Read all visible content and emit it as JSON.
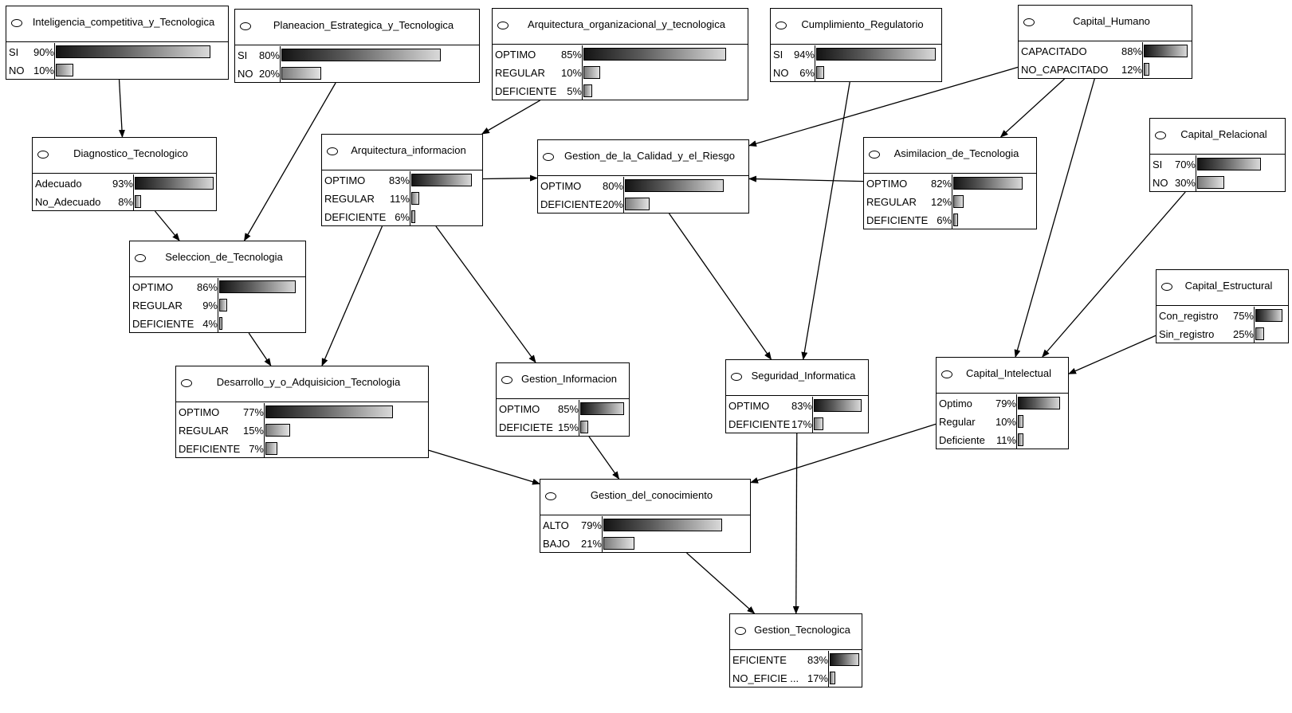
{
  "nodes": [
    {
      "id": "inteligencia",
      "title": "Inteligencia_competitiva_y_Tecnologica",
      "states": [
        {
          "label": "SI",
          "pct": "90%",
          "value": 0.9
        },
        {
          "label": "NO",
          "pct": "10%",
          "value": 0.1
        }
      ]
    },
    {
      "id": "planeacion",
      "title": "Planeacion_Estrategica_y_Tecnologica",
      "states": [
        {
          "label": "SI",
          "pct": "80%",
          "value": 0.8
        },
        {
          "label": "NO",
          "pct": "20%",
          "value": 0.2
        }
      ]
    },
    {
      "id": "arq_org",
      "title": "Arquitectura_organizacional_y_tecnologica",
      "states": [
        {
          "label": "OPTIMO",
          "pct": "85%",
          "value": 0.85
        },
        {
          "label": "REGULAR",
          "pct": "10%",
          "value": 0.1
        },
        {
          "label": "DEFICIENTE",
          "pct": "5%",
          "value": 0.05
        }
      ]
    },
    {
      "id": "cumplimiento",
      "title": "Cumplimiento_Regulatorio",
      "states": [
        {
          "label": "SI",
          "pct": "94%",
          "value": 0.94
        },
        {
          "label": "NO",
          "pct": "6%",
          "value": 0.06
        }
      ]
    },
    {
      "id": "capital_humano",
      "title": "Capital_Humano",
      "states": [
        {
          "label": "CAPACITADO",
          "pct": "88%",
          "value": 0.88
        },
        {
          "label": "NO_CAPACITADO",
          "pct": "12%",
          "value": 0.12
        }
      ]
    },
    {
      "id": "diagnostico",
      "title": "Diagnostico_Tecnologico",
      "states": [
        {
          "label": "Adecuado",
          "pct": "93%",
          "value": 0.93
        },
        {
          "label": "No_Adecuado",
          "pct": "8%",
          "value": 0.08
        }
      ]
    },
    {
      "id": "arq_info",
      "title": "Arquitectura_informacion",
      "states": [
        {
          "label": "OPTIMO",
          "pct": "83%",
          "value": 0.83
        },
        {
          "label": "REGULAR",
          "pct": "11%",
          "value": 0.11
        },
        {
          "label": "DEFICIENTE",
          "pct": "6%",
          "value": 0.06
        }
      ]
    },
    {
      "id": "gestion_calidad",
      "title": "Gestion_de_la_Calidad_y_el_Riesgo",
      "states": [
        {
          "label": "OPTIMO",
          "pct": "80%",
          "value": 0.8
        },
        {
          "label": "DEFICIENTE",
          "pct": "20%",
          "value": 0.2
        }
      ]
    },
    {
      "id": "asimilacion",
      "title": "Asimilacion_de_Tecnologia",
      "states": [
        {
          "label": "OPTIMO",
          "pct": "82%",
          "value": 0.82
        },
        {
          "label": "REGULAR",
          "pct": "12%",
          "value": 0.12
        },
        {
          "label": "DEFICIENTE",
          "pct": "6%",
          "value": 0.06
        }
      ]
    },
    {
      "id": "capital_relacional",
      "title": "Capital_Relacional",
      "states": [
        {
          "label": "SI",
          "pct": "70%",
          "value": 0.7
        },
        {
          "label": "NO",
          "pct": "30%",
          "value": 0.3
        }
      ]
    },
    {
      "id": "seleccion",
      "title": "Seleccion_de_Tecnologia",
      "states": [
        {
          "label": "OPTIMO",
          "pct": "86%",
          "value": 0.86
        },
        {
          "label": "REGULAR",
          "pct": "9%",
          "value": 0.09
        },
        {
          "label": "DEFICIENTE",
          "pct": "4%",
          "value": 0.04
        }
      ]
    },
    {
      "id": "capital_estructural",
      "title": "Capital_Estructural",
      "states": [
        {
          "label": "Con_registro",
          "pct": "75%",
          "value": 0.75
        },
        {
          "label": "Sin_registro",
          "pct": "25%",
          "value": 0.25
        }
      ]
    },
    {
      "id": "desarrollo",
      "title": "Desarrollo_y_o_Adquisicion_Tecnologia",
      "states": [
        {
          "label": "OPTIMO",
          "pct": "77%",
          "value": 0.77
        },
        {
          "label": "REGULAR",
          "pct": "15%",
          "value": 0.15
        },
        {
          "label": "DEFICIENTE",
          "pct": "7%",
          "value": 0.07
        }
      ]
    },
    {
      "id": "gestion_info",
      "title": "Gestion_Informacion",
      "states": [
        {
          "label": "OPTIMO",
          "pct": "85%",
          "value": 0.85
        },
        {
          "label": "DEFICIETE",
          "pct": "15%",
          "value": 0.15
        }
      ]
    },
    {
      "id": "seguridad",
      "title": "Seguridad_Informatica",
      "states": [
        {
          "label": "OPTIMO",
          "pct": "83%",
          "value": 0.83
        },
        {
          "label": "DEFICIENTE",
          "pct": "17%",
          "value": 0.17
        }
      ]
    },
    {
      "id": "capital_intelectual",
      "title": "Capital_Intelectual",
      "states": [
        {
          "label": "Optimo",
          "pct": "79%",
          "value": 0.79
        },
        {
          "label": "Regular",
          "pct": "10%",
          "value": 0.1
        },
        {
          "label": "Deficiente",
          "pct": "11%",
          "value": 0.11
        }
      ]
    },
    {
      "id": "gestion_conocimiento",
      "title": "Gestion_del_conocimiento",
      "states": [
        {
          "label": "ALTO",
          "pct": "79%",
          "value": 0.79
        },
        {
          "label": "BAJO",
          "pct": "21%",
          "value": 0.21
        }
      ]
    },
    {
      "id": "gestion_tecnologica",
      "title": "Gestion_Tecnologica",
      "states": [
        {
          "label": "EFICIENTE",
          "pct": "83%",
          "value": 0.83
        },
        {
          "label": "NO_EFICIE ...",
          "pct": "17%",
          "value": 0.17
        }
      ]
    }
  ],
  "edges": [
    [
      "inteligencia",
      "diagnostico"
    ],
    [
      "diagnostico",
      "seleccion"
    ],
    [
      "planeacion",
      "seleccion"
    ],
    [
      "arq_org",
      "arq_info"
    ],
    [
      "arq_info",
      "gestion_calidad"
    ],
    [
      "arq_info",
      "desarrollo"
    ],
    [
      "arq_info",
      "gestion_info"
    ],
    [
      "seleccion",
      "desarrollo"
    ],
    [
      "capital_humano",
      "gestion_calidad"
    ],
    [
      "capital_humano",
      "asimilacion"
    ],
    [
      "capital_humano",
      "capital_intelectual"
    ],
    [
      "asimilacion",
      "gestion_calidad"
    ],
    [
      "cumplimiento",
      "seguridad"
    ],
    [
      "gestion_calidad",
      "seguridad"
    ],
    [
      "capital_relacional",
      "capital_intelectual"
    ],
    [
      "capital_estructural",
      "capital_intelectual"
    ],
    [
      "desarrollo",
      "gestion_conocimiento"
    ],
    [
      "gestion_info",
      "gestion_conocimiento"
    ],
    [
      "capital_intelectual",
      "gestion_conocimiento"
    ],
    [
      "gestion_conocimiento",
      "gestion_tecnologica"
    ],
    [
      "seguridad",
      "gestion_tecnologica"
    ]
  ]
}
